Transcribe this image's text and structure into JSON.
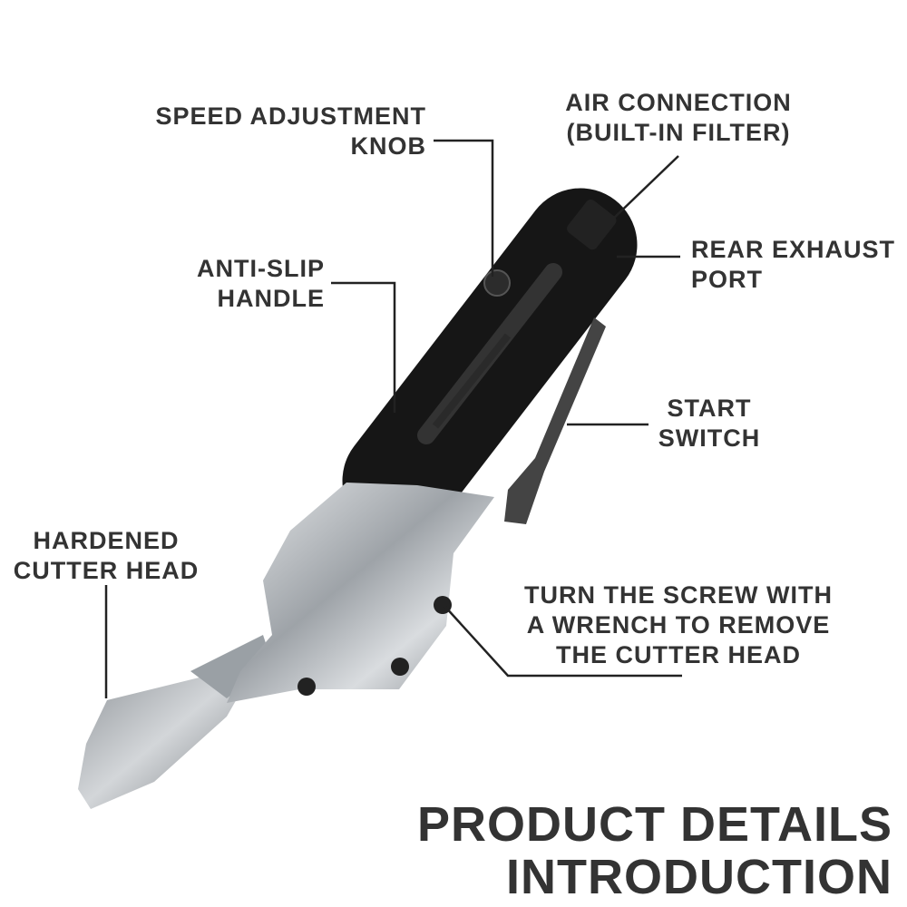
{
  "callouts": {
    "speed_adjustment_knob": [
      "SPEED ADJUSTMENT",
      "KNOB"
    ],
    "air_connection": [
      "AIR CONNECTION",
      "(BUILT-IN FILTER)"
    ],
    "rear_exhaust_port": [
      "REAR EXHAUST",
      "PORT"
    ],
    "anti_slip_handle": [
      "ANTI-SLIP",
      "HANDLE"
    ],
    "start_switch": [
      "START",
      "SWITCH"
    ],
    "hardened_cutter_head": [
      "HARDENED",
      "CUTTER HEAD"
    ],
    "remove_cutter_head": [
      "TURN THE SCREW WITH",
      "A WRENCH TO REMOVE",
      "THE CUTTER HEAD"
    ]
  },
  "title": [
    "PRODUCT DETAILS",
    "INTRODUCTION"
  ],
  "colors": {
    "text": "#333333",
    "body": "#1a1a1a",
    "steel": "#b8bcc0"
  }
}
